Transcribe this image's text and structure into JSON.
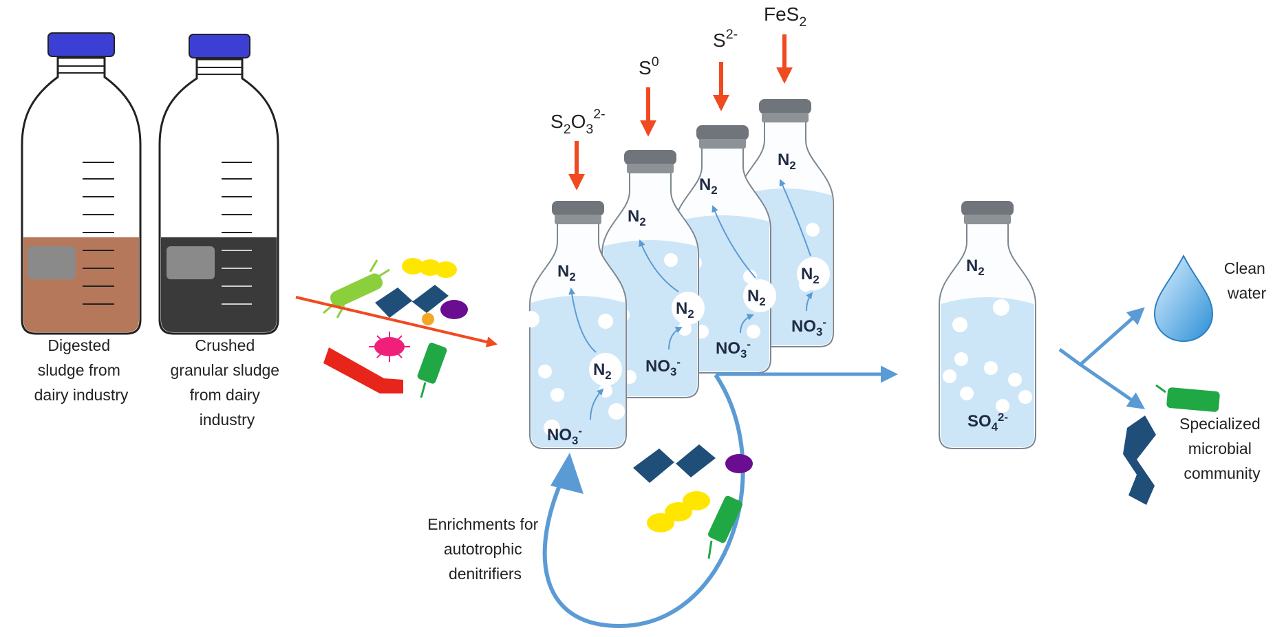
{
  "inoculum": {
    "bottle1_label": [
      "Digested",
      "sludge from",
      "dairy industry"
    ],
    "bottle2_label": [
      "Crushed",
      "granular sludge",
      "from dairy",
      "industry"
    ]
  },
  "electron_donors": [
    {
      "base": "S",
      "sub": "2",
      "mid": "O",
      "sub2": "3",
      "sup": "2-"
    },
    {
      "base": "S",
      "sub": "",
      "sup": "0"
    },
    {
      "base": "S",
      "sub": "",
      "sup": "2-"
    },
    {
      "base": "FeS",
      "sub": "2",
      "sup": ""
    }
  ],
  "species": {
    "n2": {
      "base": "N",
      "sub": "2"
    },
    "no3": {
      "base": "NO",
      "sub": "3",
      "sup": "-"
    },
    "so4": {
      "base": "SO",
      "sub": "4",
      "sup": "2-"
    }
  },
  "enrichment_label": [
    "Enrichments for",
    "autotrophic",
    "denitrifiers"
  ],
  "outputs": {
    "clean_water": [
      "Clean",
      "water"
    ],
    "community": [
      "Specialized",
      "microbial",
      "community"
    ]
  },
  "colors": {
    "blue_cap": "#3b3fd4",
    "brown_sludge": "#b5785a",
    "dark_sludge": "#3a3a3a",
    "liquid": "#cde6f7",
    "arrow_blue": "#5b9bd5",
    "arrow_red": "#f04a20",
    "text_dark": "#1f2a44"
  }
}
